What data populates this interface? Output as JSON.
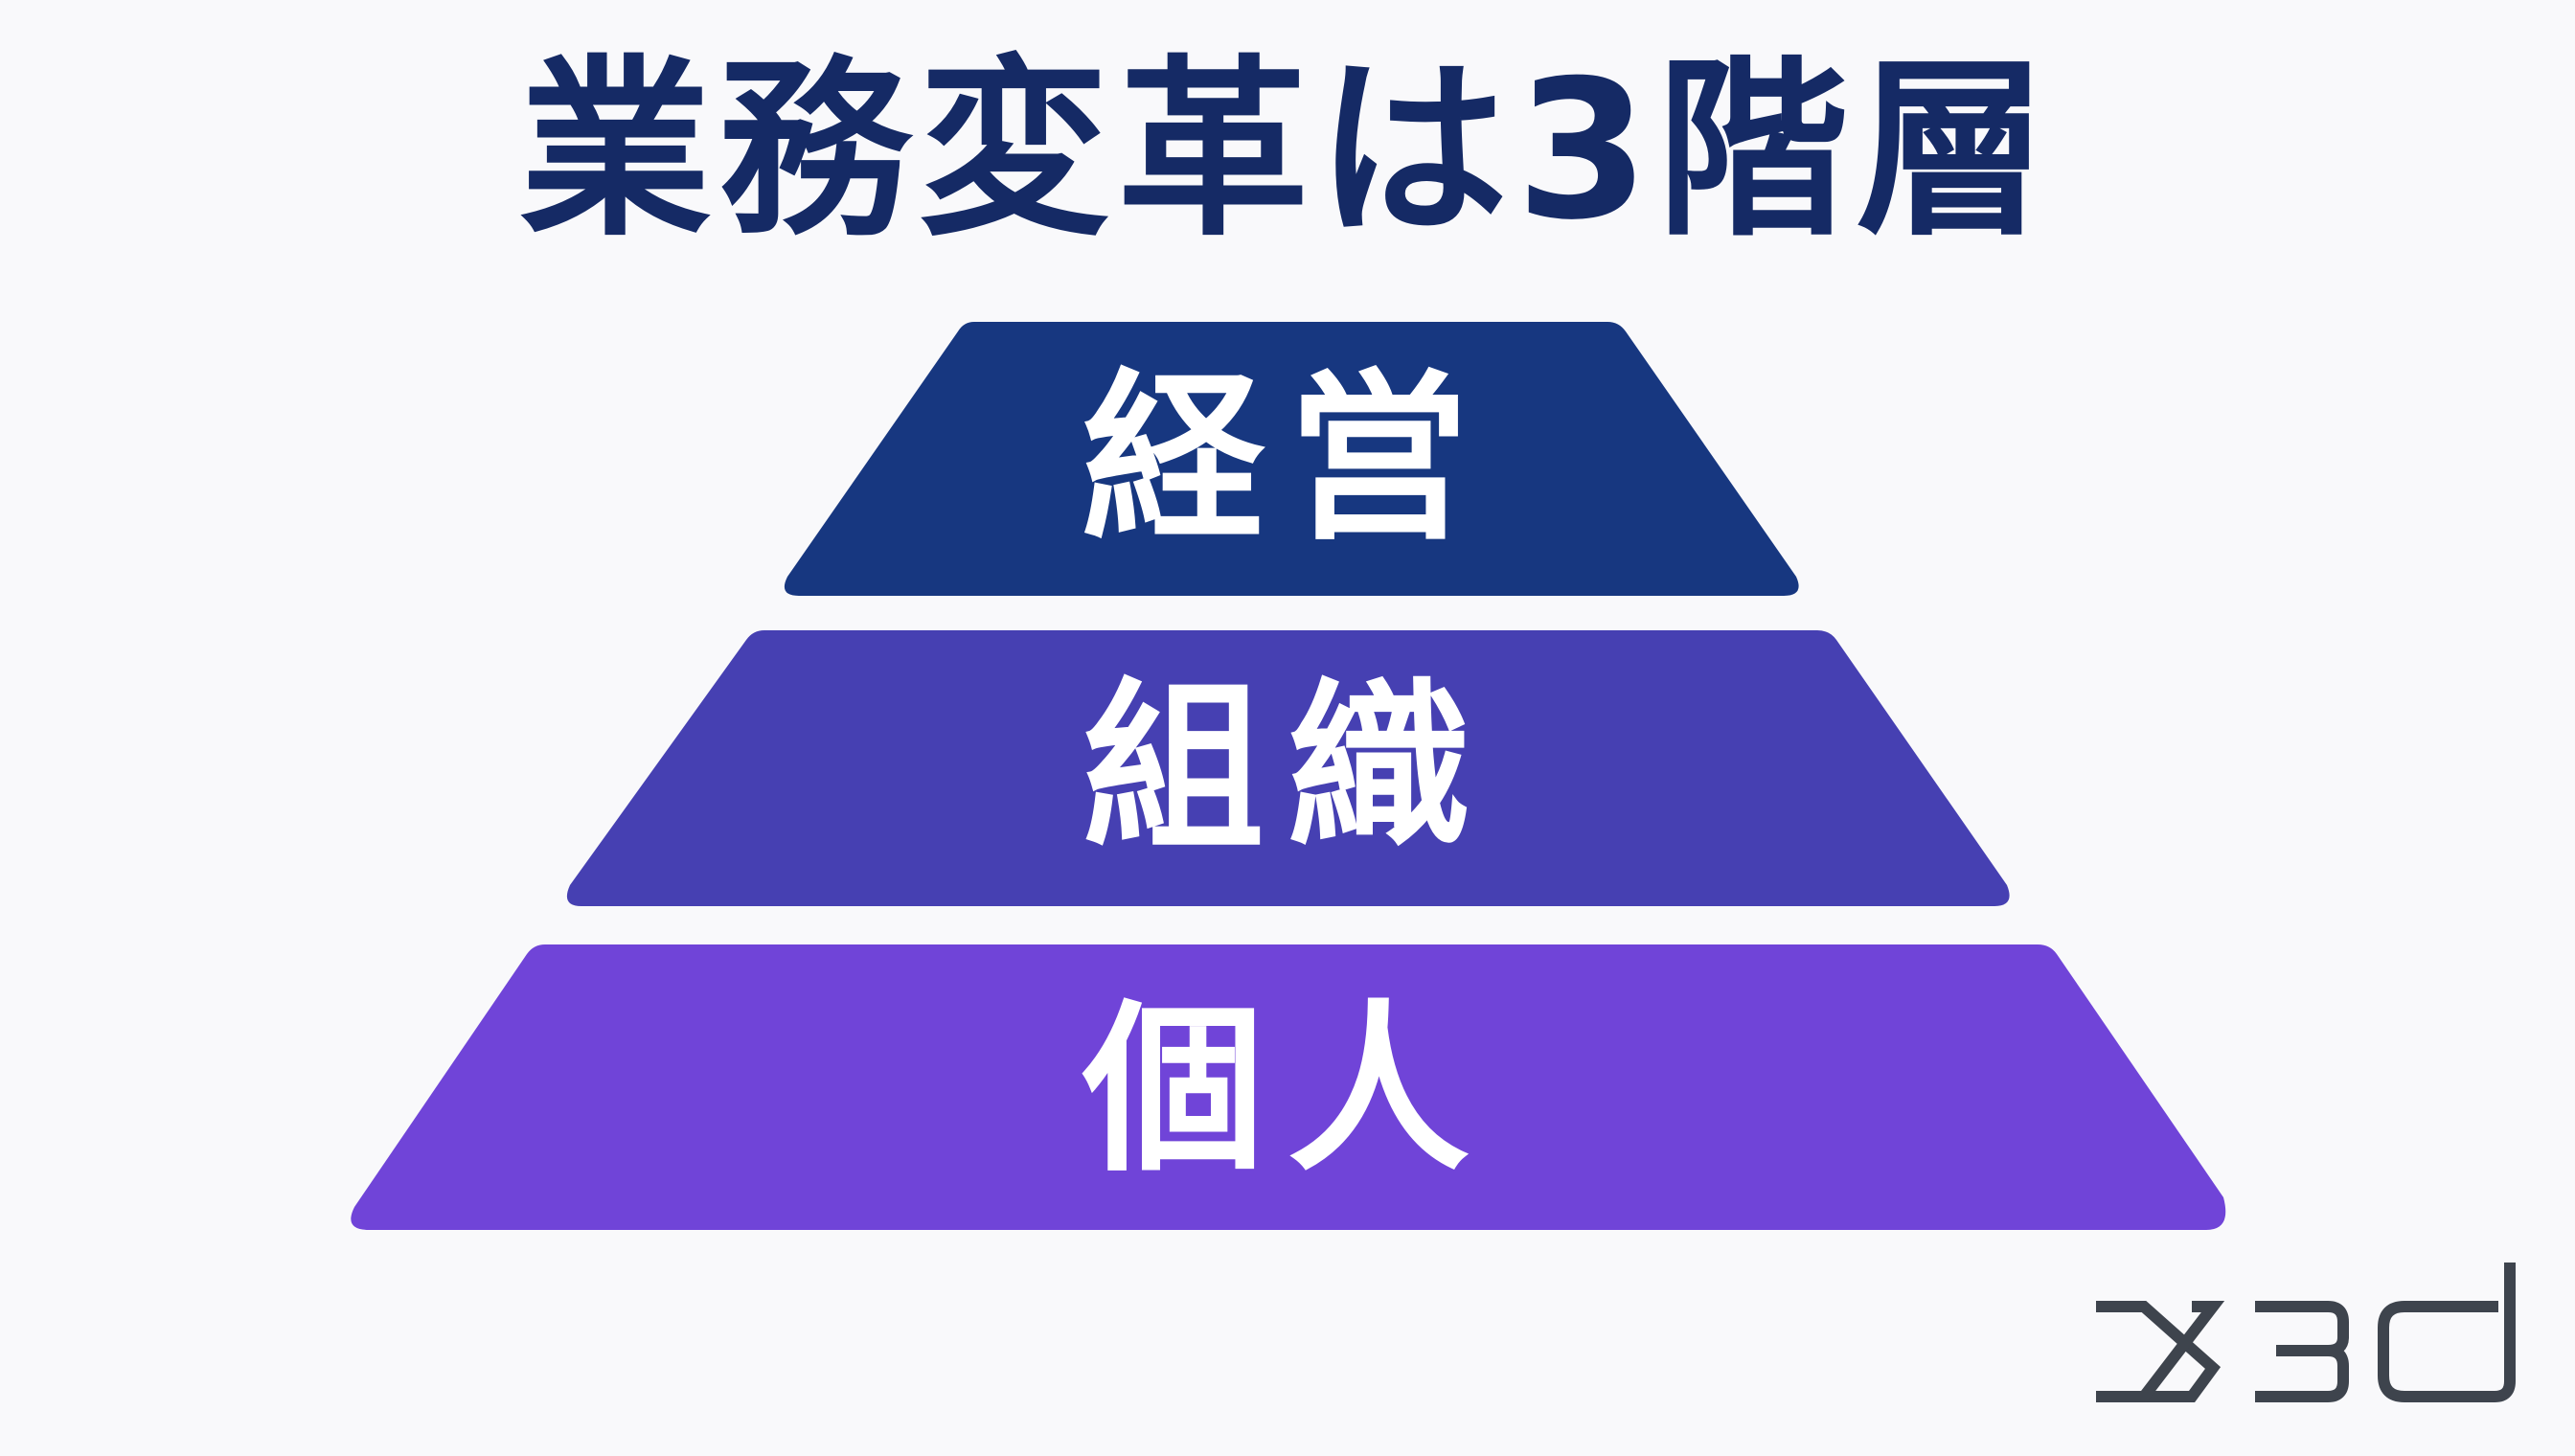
{
  "title": "業務変革は3階層",
  "tiers": [
    {
      "label": "経営",
      "color": "#173780"
    },
    {
      "label": "組織",
      "color": "#4640b2"
    },
    {
      "label": "個人",
      "color": "#7044d8"
    }
  ],
  "logo": {
    "text": "x3d",
    "color": "#3e444d"
  }
}
